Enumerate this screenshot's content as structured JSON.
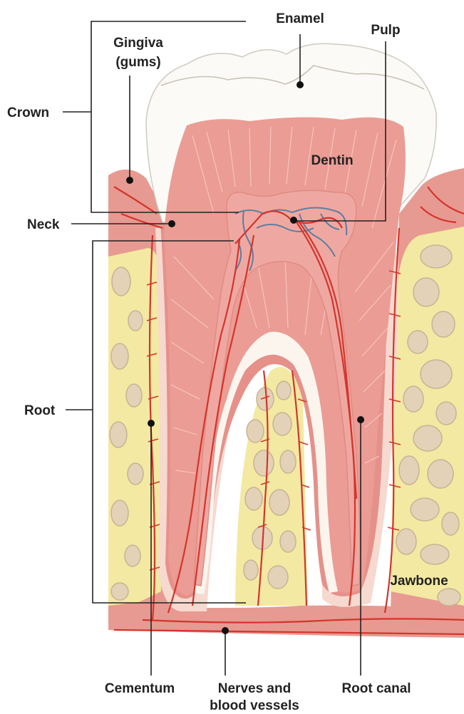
{
  "labels": {
    "enamel": "Enamel",
    "pulp": "Pulp",
    "gingiva_line1": "Gingiva",
    "gingiva_line2": "(gums)",
    "crown": "Crown",
    "dentin": "Dentin",
    "neck": "Neck",
    "root": "Root",
    "jawbone": "Jawbone",
    "cementum": "Cementum",
    "nerves_line1": "Nerves and",
    "nerves_line2": "blood vessels",
    "root_canal": "Root canal"
  },
  "colors": {
    "gum": "#e79a91",
    "gum_dark": "#d9857b",
    "bone": "#f3e9a2",
    "bone_hole": "#e3d2b8",
    "bone_hole_edge": "#c8b394",
    "dentin": "#eb9c94",
    "dentin_light": "#f2b5ad",
    "pulp": "#efa8a1",
    "enamel": "#fbfaf6",
    "enamel_shadow": "#e7e5dd",
    "vessel_red": "#d4342c",
    "vessel_blue": "#5d7ea0",
    "line": "#222222"
  }
}
